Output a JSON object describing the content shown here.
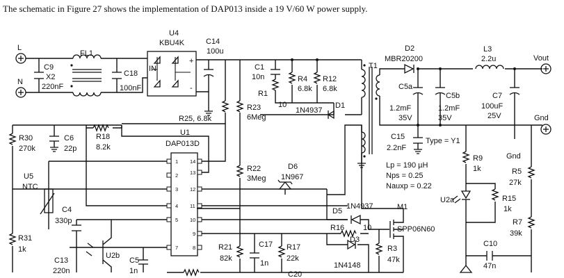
{
  "caption": "The schematic in Figure 27 shows the implementation of DAP013 inside a 19 V/60 W power supply.",
  "terminals": {
    "line": "L",
    "neutral": "N",
    "vout": "Vout",
    "gnd": "Gnd",
    "gnd_bottom": "Gnd"
  },
  "components": {
    "C9": {
      "ref": "C9",
      "value": "X2",
      "value2": "220nF"
    },
    "FL1": {
      "ref": "FL1"
    },
    "C18": {
      "ref": "C18",
      "value": "100nF"
    },
    "U4": {
      "ref": "U4",
      "value": "KBU4K",
      "pin_in": "IN",
      "pin_plus": "+",
      "pin_minus": "-"
    },
    "C14": {
      "ref": "C14",
      "value": "100u"
    },
    "C1": {
      "ref": "C1",
      "value": "10n"
    },
    "R1": {
      "ref": "R1",
      "value": "10"
    },
    "R4": {
      "ref": "R4",
      "value": "6.8k"
    },
    "R12": {
      "ref": "R12",
      "value": "6.8k"
    },
    "T1": {
      "ref": "T1"
    },
    "D2": {
      "ref": "D2",
      "value": "MBR20200"
    },
    "L3": {
      "ref": "L3",
      "value": "2.2u"
    },
    "C5a": {
      "ref": "C5a",
      "value": "1.2mF",
      "voltage": "35V"
    },
    "C5b": {
      "ref": "C5b",
      "value": "1.2mF",
      "voltage": "35V"
    },
    "C7": {
      "ref": "C7",
      "value": "100uF",
      "voltage": "25V"
    },
    "D1": {
      "ref": "D1",
      "value": "1N4937"
    },
    "R25": {
      "ref": "R25, 6.8k"
    },
    "R23": {
      "ref": "R23",
      "value": "6Meg"
    },
    "U1": {
      "ref": "U1",
      "value": "DAP013D"
    },
    "R30": {
      "ref": "R30",
      "value": "270k"
    },
    "C6": {
      "ref": "C6",
      "value": "22p"
    },
    "R18": {
      "ref": "R18",
      "value": "8.2k"
    },
    "C15": {
      "ref": "C15",
      "value": "2.2nF",
      "type": "Type = Y1"
    },
    "R9": {
      "ref": "R9",
      "value": "1k"
    },
    "R5": {
      "ref": "R5",
      "value": "27k"
    },
    "R15": {
      "ref": "R15",
      "value": "1k"
    },
    "R7": {
      "ref": "R7",
      "value": "39k"
    },
    "U2a": {
      "ref": "U2a"
    },
    "U5": {
      "ref": "U5",
      "value": "NTC"
    },
    "R22": {
      "ref": "R22",
      "value": "3Meg"
    },
    "D6": {
      "ref": "D6",
      "value": "1N967"
    },
    "D5": {
      "ref": "D5",
      "value": "1N4937"
    },
    "M1": {
      "ref": "M1",
      "value": "SPP06N60"
    },
    "R16": {
      "ref": "R16",
      "value": "10"
    },
    "D3": {
      "ref": "D3",
      "value": "1N4148"
    },
    "R3": {
      "ref": "R3",
      "value": "47k"
    },
    "C4": {
      "ref": "C4",
      "value": "330p"
    },
    "R31": {
      "ref": "R31",
      "value": "1k"
    },
    "U2b": {
      "ref": "U2b"
    },
    "C13": {
      "ref": "C13",
      "value": "220n"
    },
    "C5": {
      "ref": "C5",
      "value": "1n"
    },
    "R21": {
      "ref": "R21",
      "value": "82k"
    },
    "C17": {
      "ref": "C17",
      "value": "1n"
    },
    "R17": {
      "ref": "R17",
      "value": "22k"
    },
    "C10": {
      "ref": "C10",
      "value": "47n"
    },
    "C20": {
      "ref": "C20"
    }
  },
  "transformer": {
    "lp": "Lp = 190 µH",
    "nps": "Nps = 0.25",
    "nauxp": "Nauxp = 0.22"
  },
  "ic_pins": {
    "left": [
      "1",
      "2",
      "3",
      "4",
      "5",
      "7"
    ],
    "right": [
      "14",
      "13",
      "12",
      "11",
      "10",
      "9",
      "8"
    ]
  }
}
